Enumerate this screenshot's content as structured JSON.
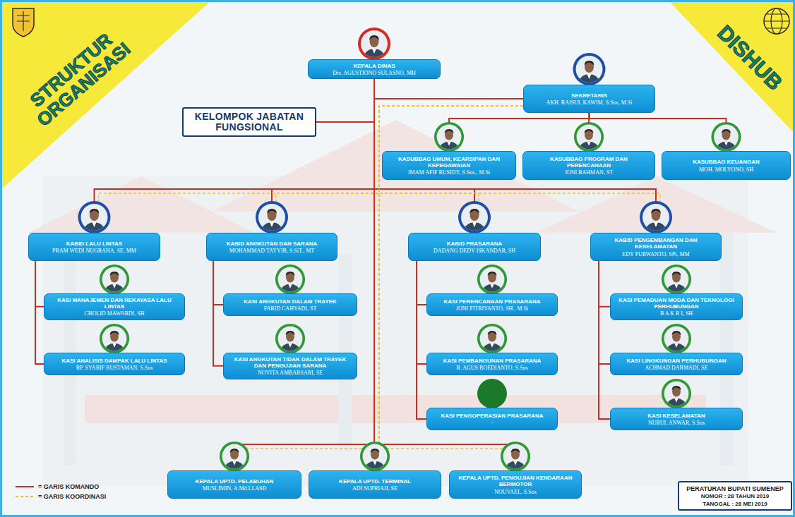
{
  "diagram": {
    "title": "STRUKTUR ORGANISASI",
    "nodes": [
      {
        "text": [
          "KEPALA DINAS",
          "Drs. AGUSTIONO SULASNO, MH"
        ]
      },
      {
        "text": [
          "SEKRETARIS",
          "AKH. RAISUL KAWIM, S.Sos, M.Si"
        ]
      },
      {
        "text": [
          "KELOMPOK JABATAN FUNGSIONAL"
        ]
      },
      {
        "text": [
          "KASUBBAG UMUM, KEARSIPAN DAN KEPEGAWAIAN",
          "IMAM AFIF RUSIDY, S.Sos., M.Si"
        ]
      },
      {
        "text": [
          "KASUBBAG PROGRAM DAN PERENCANAAN",
          "JONI RAHMAN, ST"
        ]
      },
      {
        "text": [
          "KASUBBAG KEUANGAN",
          "MOH. MOLYONO, SH"
        ]
      },
      {
        "text": [
          "KABID LALU LINTAS",
          "PRAM WEDI NUGRAHA, SE, MM"
        ]
      },
      {
        "text": [
          "KASI MANAJEMEN DAN REKAYASA LALU LINTAS",
          "CHOLID MAWARDI, SH"
        ]
      },
      {
        "text": [
          "KASI ANALISIS DAMPAK LALU LINTAS",
          "RP. SYARIF BUSTAMAN, S.Sos"
        ]
      },
      {
        "text": [
          "KABID ANGKUTAN DAN SARANA",
          "MOHAMMAD TAYYIB, S.SiT., MT"
        ]
      },
      {
        "text": [
          "KASI ANGKUTAN DALAM TRAYEK",
          "FARID CAHYADI, ST"
        ]
      },
      {
        "text": [
          "KASI ANGKUTAN TIDAK DALAM TRAYEK DAN PENGUJIAN SARANA",
          "NOVITA AMBARSARI, SE"
        ]
      },
      {
        "text": [
          "KABID PRASARANA",
          "DADANG DEDY ISKANDAR, SH"
        ]
      },
      {
        "text": [
          "KASI PERENCANAAN PRASARANA",
          "JONI FITRIYANTO, SH., M.Si"
        ]
      },
      {
        "text": [
          "KASI PEMBANGUNAN PRASARANA",
          "R. AGUS BOEDIANTO, S.Sos"
        ]
      },
      {
        "text": [
          "KASI PENGOPERASIAN PRASARANA",
          "-"
        ]
      },
      {
        "text": [
          "KABID PENGEMBANGAN DAN KESELAMATAN",
          "EDY PURWANTO, SPt, MM"
        ]
      },
      {
        "text": [
          "KASI PEMADUAN MODA DAN TEKNOLOGI PERHUBUNGAN",
          "B A K R I, SH"
        ]
      },
      {
        "text": [
          "KASI LINGKUNGAN PERHUBUNGAN",
          "ACHMAD DARMADI, SE"
        ]
      },
      {
        "text": [
          "KASI KESELAMATAN",
          "NURUL ANWAR, S.Sos"
        ]
      },
      {
        "text": [
          "KEPALA UPTD. PELABUHAN",
          "MUSLIMIN, A.Md.LLASD"
        ]
      },
      {
        "text": [
          "KEPALA UPTD. TERMINAL",
          "ADI SUPRIAJI, SE"
        ]
      },
      {
        "text": [
          "KEPALA UPTD. PENGUJIAN KENDARAAN BERMOTOR",
          "NOUVAEL, S.Sos"
        ]
      },
      {
        "text": [
          "PERATURAN BUPATI SUMENEP",
          "NOMOR : 28 TAHUN 2019",
          "TANGGAL : 28 MEI 2019"
        ]
      }
    ],
    "edges": [
      {
        "from": 0,
        "to": 1,
        "arrow": "none"
      },
      {
        "from": 0,
        "to": 2,
        "arrow": "none"
      },
      {
        "from": 1,
        "to": 3,
        "arrow": "none"
      },
      {
        "from": 1,
        "to": 4,
        "arrow": "none"
      },
      {
        "from": 1,
        "to": 5,
        "arrow": "none"
      },
      {
        "from": 0,
        "to": 6,
        "arrow": "none"
      },
      {
        "from": 0,
        "to": 9,
        "arrow": "none"
      },
      {
        "from": 0,
        "to": 12,
        "arrow": "none"
      },
      {
        "from": 0,
        "to": 16,
        "arrow": "none"
      },
      {
        "from": 6,
        "to": 7,
        "arrow": "none"
      },
      {
        "from": 6,
        "to": 8,
        "arrow": "none"
      },
      {
        "from": 9,
        "to": 10,
        "arrow": "none"
      },
      {
        "from": 9,
        "to": 11,
        "arrow": "none"
      },
      {
        "from": 12,
        "to": 13,
        "arrow": "none"
      },
      {
        "from": 12,
        "to": 14,
        "arrow": "none"
      },
      {
        "from": 12,
        "to": 15,
        "arrow": "none"
      },
      {
        "from": 16,
        "to": 17,
        "arrow": "none"
      },
      {
        "from": 16,
        "to": 18,
        "arrow": "none"
      },
      {
        "from": 16,
        "to": 19,
        "arrow": "none"
      },
      {
        "from": 0,
        "to": 20,
        "arrow": "none"
      },
      {
        "from": 0,
        "to": 21,
        "arrow": "none"
      },
      {
        "from": 0,
        "to": 22,
        "arrow": "none"
      },
      {
        "from": 1,
        "to": 6,
        "arrow": "none"
      },
      {
        "from": 1,
        "to": 9,
        "arrow": "none"
      },
      {
        "from": 1,
        "to": 12,
        "arrow": "none"
      },
      {
        "from": 1,
        "to": 16,
        "arrow": "none"
      },
      {
        "from": 1,
        "to": 20,
        "arrow": "none"
      },
      {
        "from": 1,
        "to": 21,
        "arrow": "none"
      },
      {
        "from": 1,
        "to": 22,
        "arrow": "none"
      }
    ],
    "labels": [
      "DISHUB"
    ],
    "legend": [
      {
        "text": "= GARIS KOMANDO"
      },
      {
        "text": "= GARIS KOORDINASI"
      }
    ]
  }
}
